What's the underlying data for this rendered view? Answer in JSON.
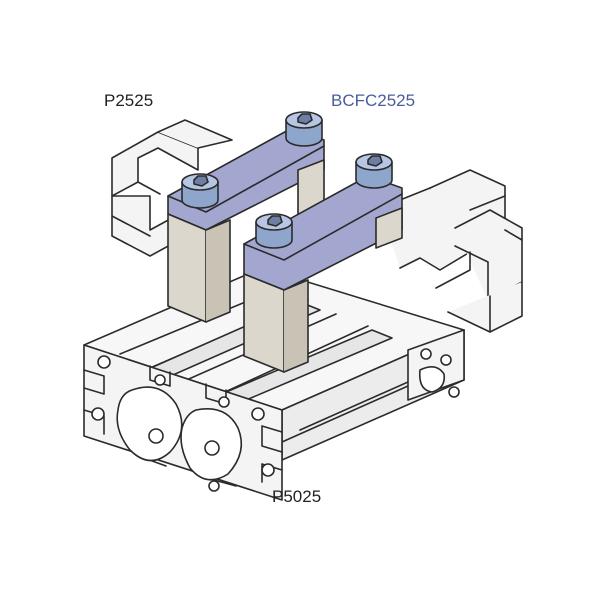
{
  "labels": {
    "top_profile": "P2525",
    "clamp": "BCFC2525",
    "base_profile": "P5025"
  },
  "colors": {
    "label_text": "#222222",
    "clamp_label": "#4a5c9e",
    "outline": "#2b2b2b",
    "profile_fill": "#f4f4f4",
    "profile_shade": "#dcdcdc",
    "bracket_top": "#a3a7cf",
    "bracket_side": "#dcd7cc",
    "bolt": "#8fa6cc"
  },
  "parts": [
    {
      "name": "top-profile",
      "part_number": "P2525"
    },
    {
      "name": "clamp-bracket",
      "part_number": "BCFC2525",
      "quantity": 2
    },
    {
      "name": "base-profile",
      "part_number": "P5025"
    }
  ]
}
